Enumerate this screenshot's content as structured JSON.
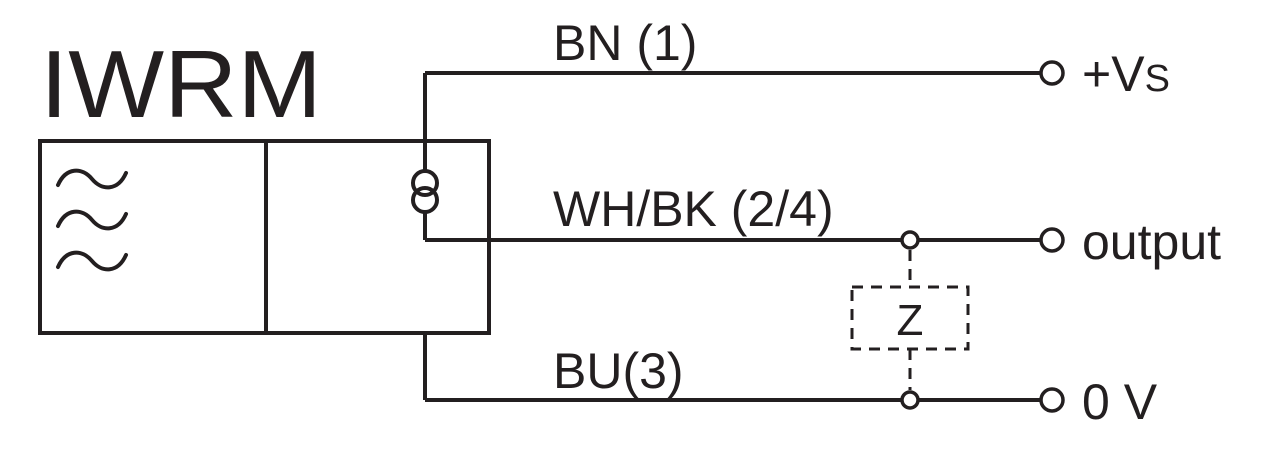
{
  "title": "IWRM",
  "wires": {
    "brown": {
      "label": "BN (1)",
      "terminal": "+V",
      "terminal_sub": "S"
    },
    "output": {
      "label": "WH/BK (2/4)",
      "terminal": "output"
    },
    "blue": {
      "label": "BU(3)",
      "terminal": "0 V"
    }
  },
  "load": {
    "label": "Z"
  },
  "colors": {
    "ink": "#231f20",
    "background": "#ffffff"
  },
  "icons": {
    "sensor_symbol": "inductive-waves-icon",
    "output_symbol": "current-source-icon"
  }
}
